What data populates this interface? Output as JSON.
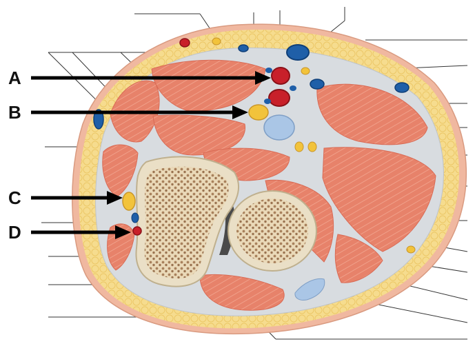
{
  "labels": [
    {
      "id": "A",
      "text": "A"
    },
    {
      "id": "B",
      "text": "B"
    },
    {
      "id": "C",
      "text": "C"
    },
    {
      "id": "D",
      "text": "D"
    }
  ],
  "colors": {
    "fat": "#f6dc8e",
    "fat_dark": "#e9c46a",
    "skin": "#f0b8a0",
    "muscle": "#e7826a",
    "muscle_line": "#f2a690",
    "fascia": "#d8dce0",
    "bone_cortex": "#eadfc6",
    "bone_spongy": "#a8815c",
    "artery": "#c8202a",
    "vein": "#1f5fa8",
    "nerve": "#f2c33b",
    "leader_line": "#333333",
    "arrow": "#000000"
  }
}
